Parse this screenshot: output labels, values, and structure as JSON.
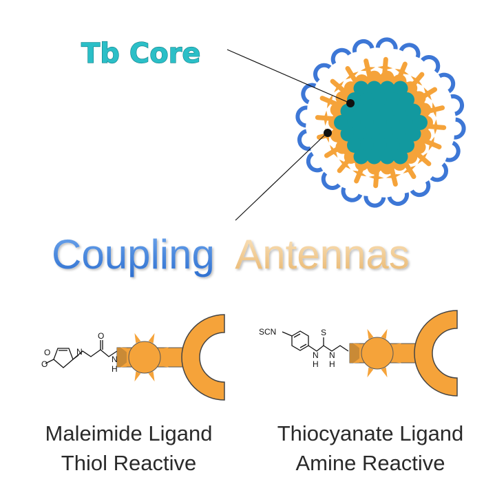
{
  "core_label": "Tb Core",
  "heading": {
    "word1": "Coupling",
    "word2": "Antennas"
  },
  "ligands": [
    {
      "name": "Maleimide Ligand",
      "reactivity": "Thiol Reactive"
    },
    {
      "name": "Thiocyanate Ligand",
      "reactivity": "Amine Reactive"
    }
  ],
  "chem_labels": {
    "oxygen": "O",
    "nitrogen": "N",
    "hydrogen": "H",
    "sulfur": "S",
    "scn": "SCN"
  },
  "colors": {
    "core": "#12999f",
    "core_label": "#2bbfc7",
    "antenna": "#f5a33a",
    "coupler": "#3d77d6",
    "coupling_text": "#3a7fd5",
    "antennas_text": "#f2cf9a"
  }
}
